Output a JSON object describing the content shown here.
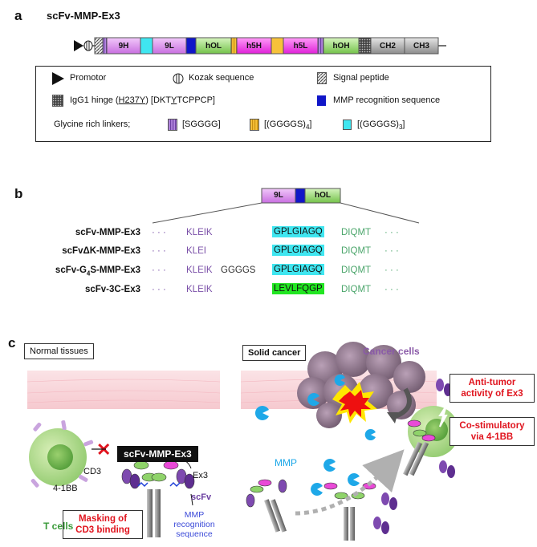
{
  "panel_a": {
    "letter": "a",
    "title": "scFv-MMP-Ex3",
    "segments": [
      "9H",
      "9L",
      "hOL",
      "h5H",
      "h5L",
      "hOH",
      "CH2",
      "CH3"
    ],
    "legend": {
      "promotor": "Promotor",
      "kozak": "Kozak sequence",
      "signal": "Signal peptide",
      "hinge_prefix": "IgG1 hinge (",
      "hinge_mut": "H237Y",
      "hinge_mid": ") [DKT",
      "hinge_y": "Y",
      "hinge_suffix": "TCPPCP]",
      "mmp": "MMP recognition sequence",
      "glycine": "Glycine rich linkers;",
      "linker1": "[SGGGG]",
      "linker2_main": "[(GGGGS)",
      "linker2_sub": "4",
      "linker2_end": "]",
      "linker3_main": "[(GGGGS)",
      "linker3_sub": "3",
      "linker3_end": "]"
    },
    "colors": {
      "purple_seg": "#d58ce8",
      "cyan": "#3fe6f0",
      "blue": "#1016c8",
      "green": "#8fd36a",
      "magenta": "#f03ee8",
      "yellow": "#f7c23a",
      "grey": "#a8a8a8"
    }
  },
  "panel_b": {
    "letter": "b",
    "seg_9L": "9L",
    "seg_hOL": "hOL",
    "rows": [
      {
        "name": "scFv-MMP-Ex3",
        "dots_left": "·  ·  ·",
        "left": "KLEIK",
        "extra": "",
        "motif": "GPLGIAGQ",
        "right": "DIQMT",
        "dots_right": "·  ·  ·"
      },
      {
        "name_pre": "scFv",
        "name_delta": "Δ",
        "name_post": "K-MMP-Ex3",
        "dots_left": "·  ·  ·",
        "left": "KLEI",
        "extra": "",
        "motif": "GPLGIAGQ",
        "right": "DIQMT",
        "dots_right": "·  ·  ·"
      },
      {
        "name_pre": "scFv-G",
        "name_sub": "4",
        "name_post": "S-MMP-Ex3",
        "dots_left": "·  ·  ·",
        "left": "KLEIK",
        "extra": "GGGGS",
        "motif": "GPLGIAGQ",
        "right": "DIQMT",
        "dots_right": "·  ·  ·"
      },
      {
        "name": "scFv-3C-Ex3",
        "dots_left": "·  ·  ·",
        "left": "KLEIK",
        "extra": "",
        "motif": "LEVLFQGP",
        "right": "DIQMT",
        "dots_right": "·  ·  ·"
      }
    ],
    "motif_colors": [
      "#3fe6f0",
      "#3fe6f0",
      "#3fe6f0",
      "#22e622"
    ]
  },
  "panel_c": {
    "letter": "c",
    "normal_tissues": "Normal tissues",
    "solid_cancer": "Solid cancer",
    "cancer_cells": "Cancer cells",
    "construct": "scFv-MMP-Ex3",
    "cd3": "CD3",
    "bb": "4-1BB",
    "t_cells": "T cells",
    "ex3": "Ex3",
    "scfv": "scFv",
    "mmp_rec": "MMP\nrecognition\nsequence",
    "masking": "Masking of\nCD3 binding",
    "mmp": "MMP",
    "anti_tumor": "Anti-tumor\nactivity of Ex3",
    "costim": "Co-stimulatory\nvia 4-1BB"
  }
}
